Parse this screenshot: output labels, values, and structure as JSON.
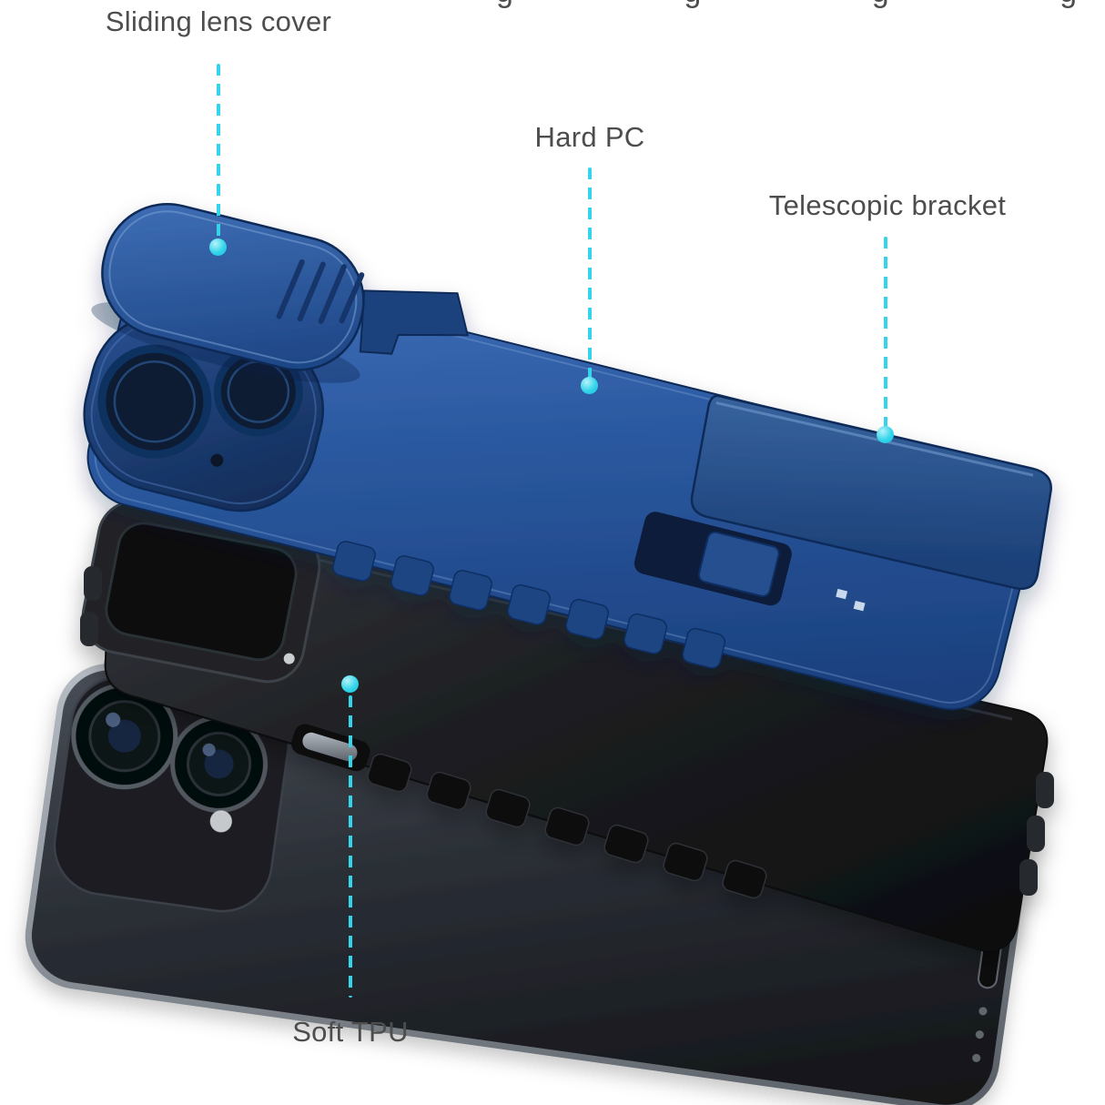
{
  "colors": {
    "background": "#ffffff",
    "accent": "#34d5ea",
    "label_text": "#4d4d4d",
    "case_blue": "#2c5aa2",
    "case_blue_dark": "#16355f",
    "case_black": "#1d1f22",
    "phone_gray": "#2b2f36"
  },
  "callouts": [
    {
      "label": "Sliding lens cover"
    },
    {
      "label": "Hard PC"
    },
    {
      "label": "Telescopic bracket"
    },
    {
      "label": "Soft TPU"
    }
  ],
  "decor": {
    "top_edge_text": "g g g g"
  }
}
